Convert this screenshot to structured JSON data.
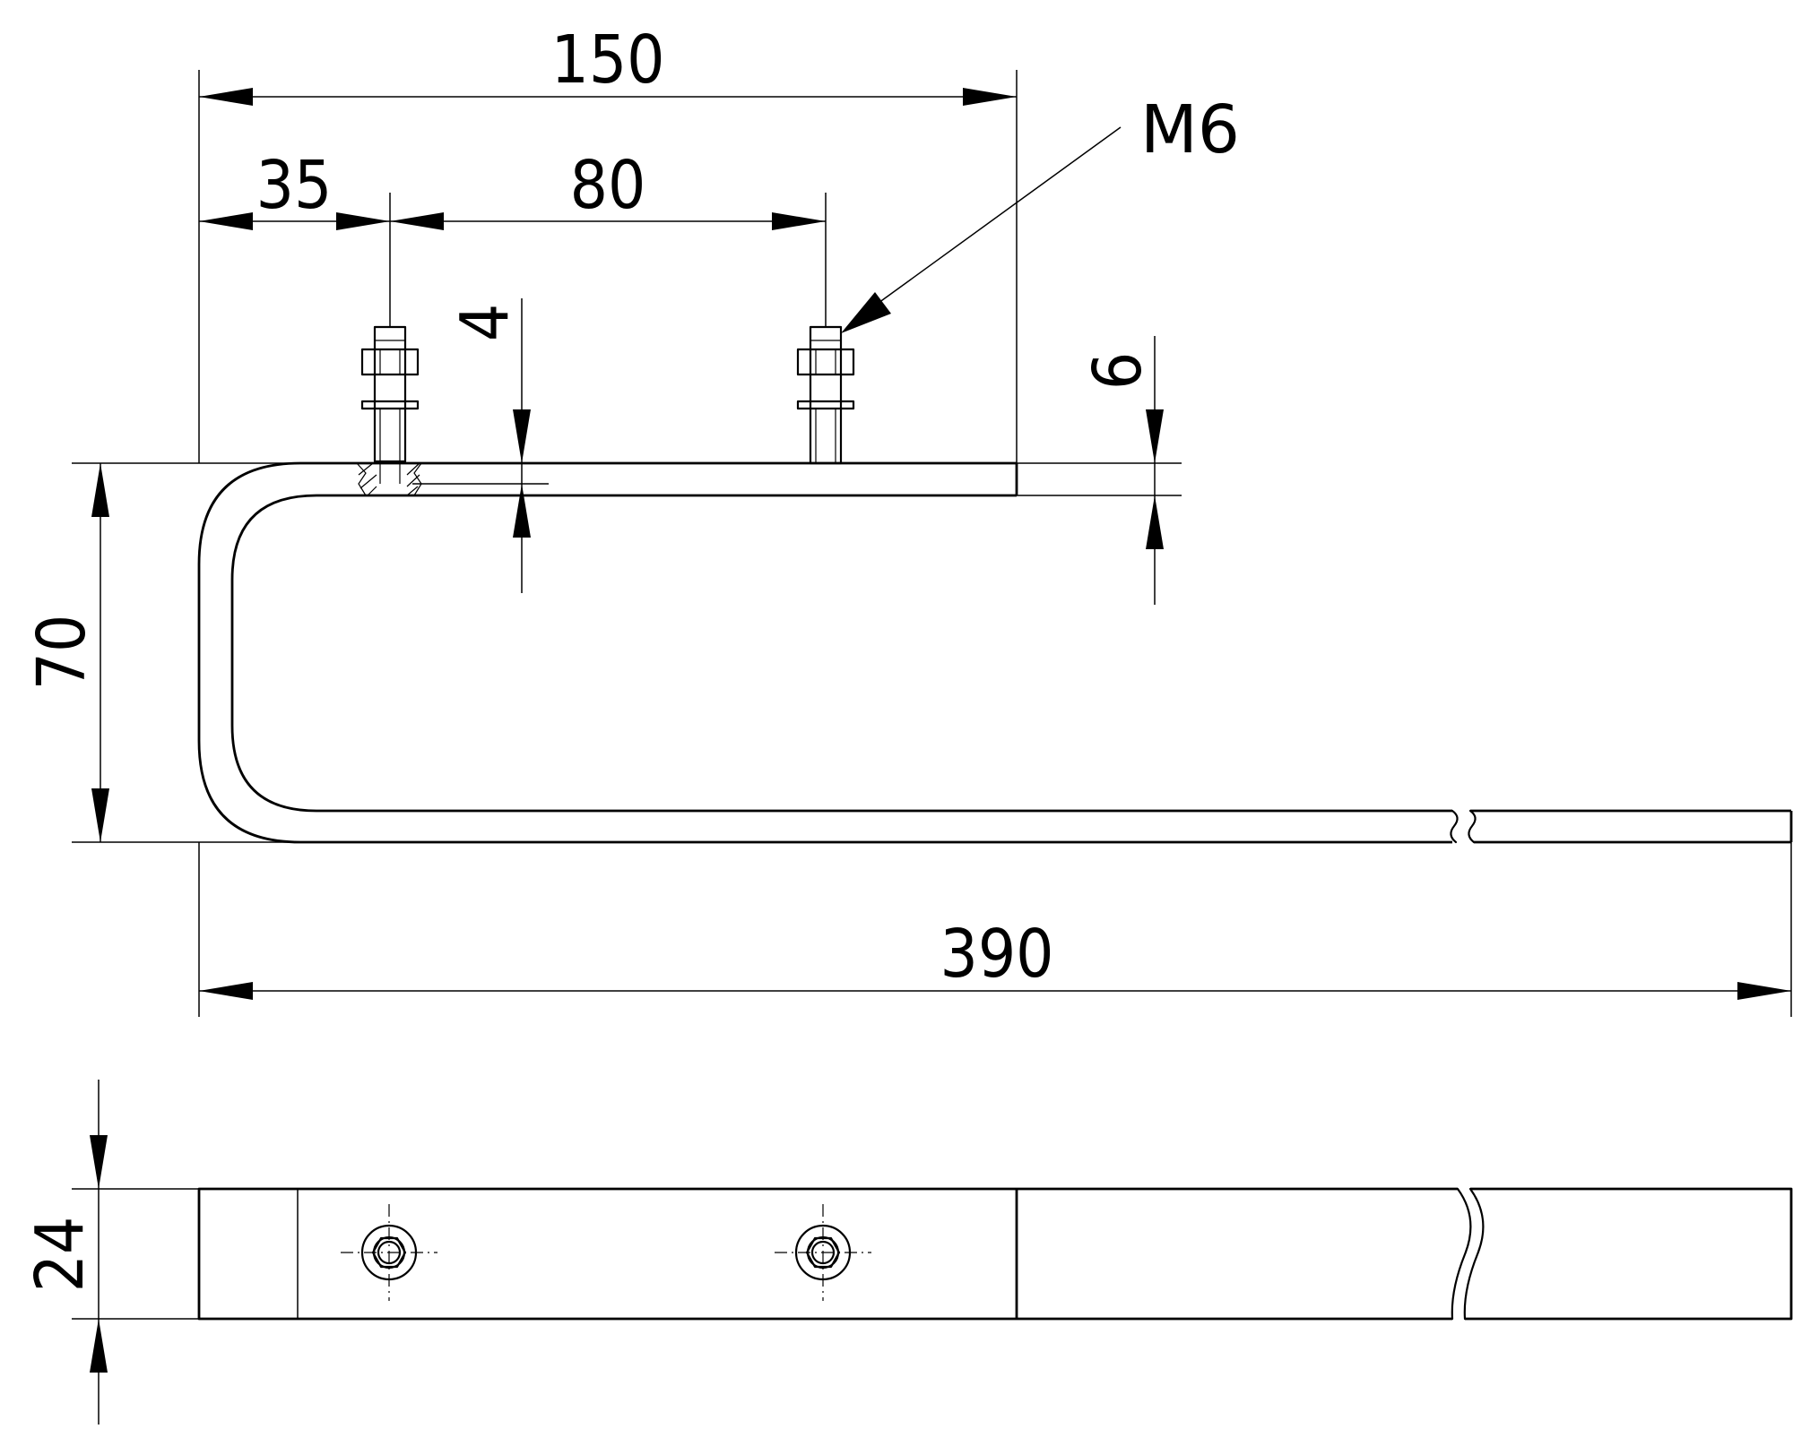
{
  "dimensions": {
    "overall_upper": "150",
    "edge_to_first_stud": "35",
    "stud_spacing": "80",
    "thread_label": "M6",
    "stud_projection": "4",
    "bar_thickness": "6",
    "height": "70",
    "overall_length": "390",
    "bar_width": "24"
  }
}
